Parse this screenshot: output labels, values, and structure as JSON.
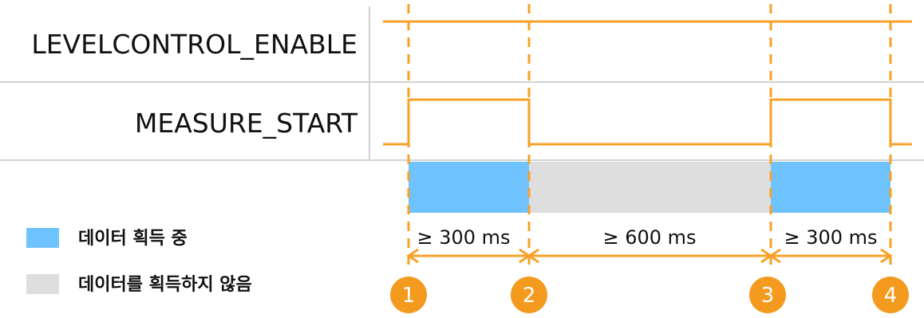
{
  "signals": [
    {
      "name": "LEVELCONTROL_ENABLE"
    },
    {
      "name": "MEASURE_START"
    }
  ],
  "phases": [
    {
      "state": "acquiring",
      "duration": "≥ 300 ms"
    },
    {
      "state": "not_acquiring",
      "duration": "≥ 600 ms"
    },
    {
      "state": "acquiring",
      "duration": "≥ 300 ms"
    }
  ],
  "markers": [
    "1",
    "2",
    "3",
    "4"
  ],
  "legend": [
    {
      "key": "acquiring",
      "label": "데이터 획득 중"
    },
    {
      "key": "not_acquiring",
      "label": "데이터를 획득하지 않음"
    }
  ],
  "colors": {
    "signal": "#F7A128",
    "marker": "#F39A1F",
    "acquiring": "#6EC3FF",
    "not_acquiring": "#DEDEDE",
    "separator": "#D2D2D2"
  }
}
